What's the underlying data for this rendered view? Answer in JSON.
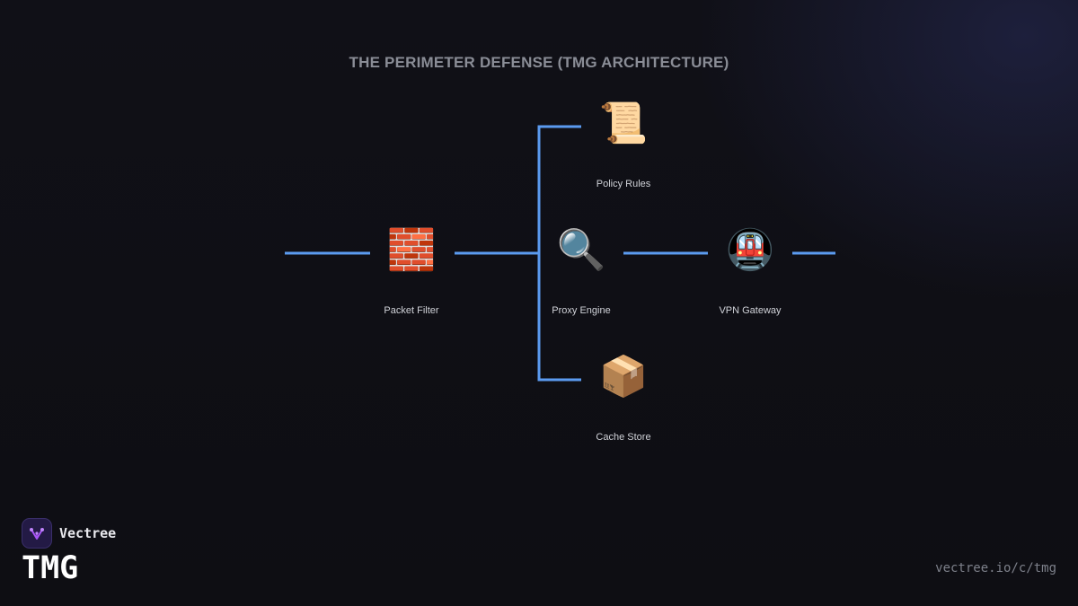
{
  "title": "THE PERIMETER DEFENSE (TMG ARCHITECTURE)",
  "colors": {
    "background": "#0f0f14",
    "connector": "#5b9bf0",
    "title": "#8a8d96",
    "label": "#d0d2d8",
    "accent": "#a855f7"
  },
  "nodes": {
    "policy_rules": {
      "icon": "📜",
      "icon_name": "scroll-icon",
      "label": "Policy Rules"
    },
    "packet_filter": {
      "icon": "🧱",
      "icon_name": "brick-wall-icon",
      "label": "Packet Filter"
    },
    "proxy_engine": {
      "icon": "🔍",
      "icon_name": "magnifier-icon",
      "label": "Proxy Engine"
    },
    "vpn_gateway": {
      "icon": "🚇",
      "icon_name": "metro-icon",
      "label": "VPN Gateway"
    },
    "cache_store": {
      "icon": "📦",
      "icon_name": "package-icon",
      "label": "Cache Store"
    }
  },
  "brand": {
    "name": "Vectree",
    "title": "TMG",
    "logo_icon": "vectree-logo-icon"
  },
  "footer": {
    "url": "vectree.io/c/tmg"
  }
}
